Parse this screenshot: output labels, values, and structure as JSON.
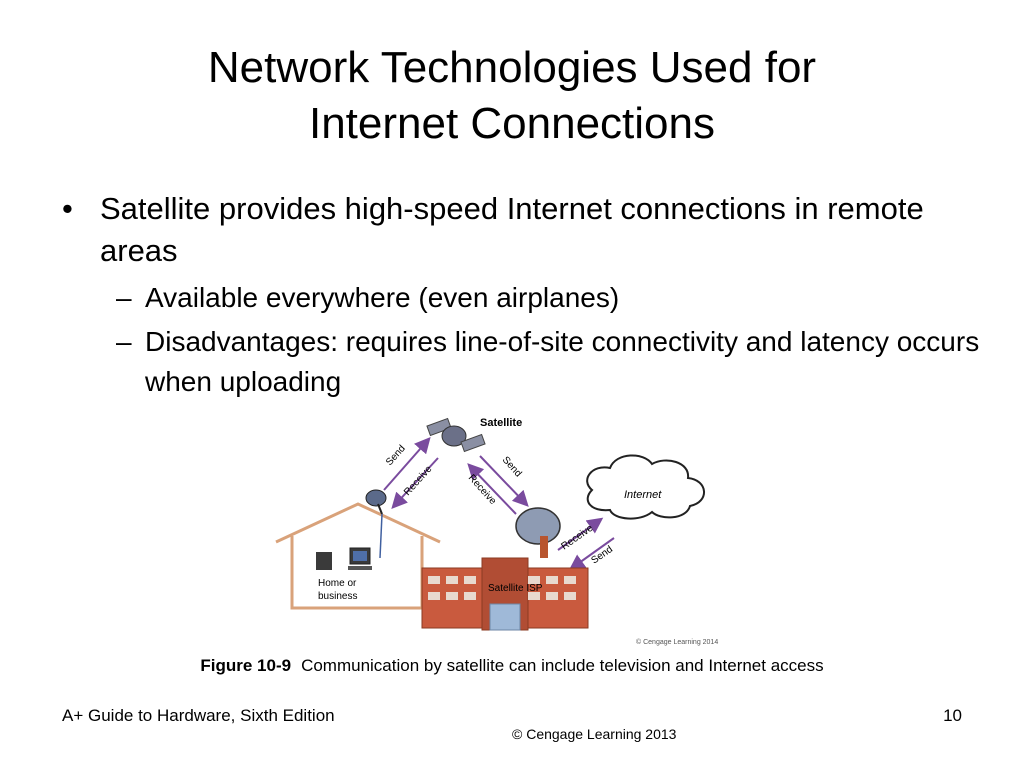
{
  "slide": {
    "title_line1": "Network Technologies Used for",
    "title_line2": "Internet Connections",
    "bullet_mark": "•",
    "sub_mark": "–",
    "bullet1": "Satellite provides high-speed Internet connections in remote areas",
    "sub1": "Available everywhere (even airplanes)",
    "sub2": "Disadvantages: requires line-of-site connectivity and latency occurs when uploading"
  },
  "figure": {
    "satellite_label": "Satellite",
    "internet_label": "Internet",
    "isp_label": "Satellite ISP",
    "home_label_line1": "Home or",
    "home_label_line2": "business",
    "send_label": "Send",
    "receive_label": "Receive",
    "copyright": "© Cengage Learning 2014",
    "arrow_color": "#7a4b9e",
    "building_color": "#c95a3e",
    "house_color": "#d9a27a"
  },
  "caption": {
    "label": "Figure 10-9",
    "text": "Communication by satellite can include television and Internet access"
  },
  "footer": {
    "left": "A+ Guide to Hardware, Sixth Edition",
    "page": "10",
    "center": "© Cengage Learning  2013"
  }
}
